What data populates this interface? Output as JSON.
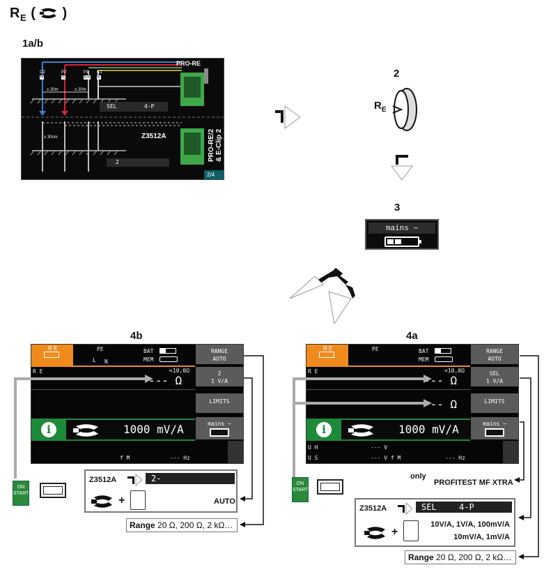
{
  "title": {
    "main": "R",
    "sub": "E",
    "paren_open": "(",
    "paren_close": ")",
    "icon": "clamp-icon"
  },
  "step1": {
    "label": "1a/b",
    "screen": {
      "probes": [
        "C2",
        "P2",
        "P1",
        "C1"
      ],
      "probe_tags": [
        "H",
        "S",
        "ES",
        "E"
      ],
      "dist1": "≥ 20m",
      "dist2": "≥ 20m",
      "dist3": "≥ 30cm",
      "device_top": "PRO-RE",
      "sel_label": "SEL",
      "sel_value": "4-P",
      "clamp_model": "Z3512A",
      "device_bottom_1": "PRO-RE/2",
      "device_bottom_2": "& E-Clip 2",
      "bottom_left": "2",
      "page": "2/4"
    }
  },
  "step2": {
    "label": "2",
    "re_main": "R",
    "re_sub": "E"
  },
  "step3": {
    "label": "3",
    "mains": "mains ~"
  },
  "step4b": {
    "label": "4b",
    "screen": {
      "re_label": "R E",
      "pe_label": "PE",
      "l_label": "L",
      "n_label": "N",
      "bat": "BAT",
      "mem": "MEM",
      "range_btn_1": "RANGE",
      "range_btn_2": "AUTO",
      "btn2_line1": "2",
      "btn2_line2": "1 V/A",
      "limit_text": "<10,0Ω",
      "value": "--- Ω",
      "limits": "LIMITS",
      "mva": "1000 mV/A",
      "mains": "mains ~",
      "fm": "f M",
      "hz": "--- Hz"
    },
    "z_model": "Z3512A",
    "z_bar": "2-",
    "auto": "AUTO",
    "range_bold": "Range",
    "range_text": "20 Ω, 200 Ω, 2 kΩ…",
    "on": "ON",
    "start": "START"
  },
  "step4a": {
    "label": "4a",
    "screen": {
      "re_label": "R E",
      "pe_label": "PE",
      "bat": "BAT",
      "mem": "MEM",
      "range_btn_1": "RANGE",
      "range_btn_2": "AUTO",
      "btn2_line1": "SEL",
      "btn2_line2": "1 V/A",
      "limit_text": "<10,0Ω",
      "value": "--- Ω",
      "value2": "--- Ω",
      "limits": "LIMITS",
      "mva": "1000 mV/A",
      "mains": "mains ~",
      "uh": "U H",
      "us": "U S",
      "uh_val": "--- V",
      "us_val": "--- V f M",
      "hz": "--- Hz"
    },
    "only": "only",
    "profitest": "PROFITEST MF XTRA",
    "z_model": "Z3512A",
    "sel": "SEL",
    "sel_value": "4-P",
    "ratios_1": "10V/A, 1V/A, 100mV/A",
    "ratios_2": "10mV/A, 1mV/A",
    "range_bold": "Range",
    "range_text": "20 Ω, 200 Ω, 2 kΩ…",
    "on": "ON",
    "start": "START"
  }
}
